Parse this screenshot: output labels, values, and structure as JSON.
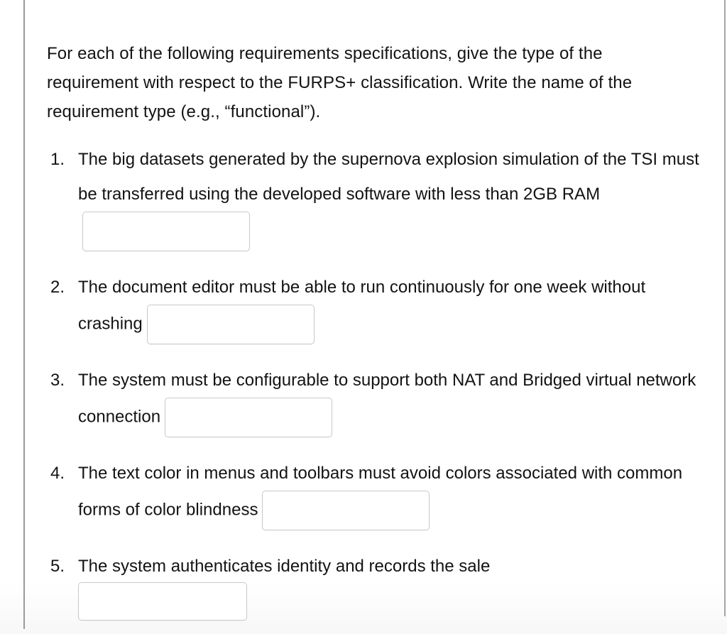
{
  "document": {
    "intro": "For each of the following requirements specifications, give the type of the requirement with respect to the FURPS+ classification. Write the name of the requirement type (e.g., “functional”).",
    "questions": [
      {
        "number": "1.",
        "text": "The big datasets generated by the supernova explosion simulation of the TSI must be transferred using the developed software with less than 2GB RAM",
        "answer_value": "",
        "answer_placeholder": ""
      },
      {
        "number": "2.",
        "text": "The document editor must be able to run continuously for one week without crashing",
        "answer_value": "",
        "answer_placeholder": ""
      },
      {
        "number": "3.",
        "text": "The system must be configurable to support both NAT and Bridged virtual network connection",
        "answer_value": "",
        "answer_placeholder": ""
      },
      {
        "number": "4.",
        "text": "The text color in menus and toolbars must avoid colors associated with common forms of color blindness",
        "answer_value": "",
        "answer_placeholder": ""
      },
      {
        "number": "5.",
        "text": "The system authenticates identity and records the sale",
        "answer_value": "",
        "answer_placeholder": ""
      }
    ]
  },
  "style": {
    "text_color": "#131313",
    "page_background": "#ffffff",
    "rule_color": "#9a9a9c",
    "input_border_color": "#c9c9c9"
  }
}
